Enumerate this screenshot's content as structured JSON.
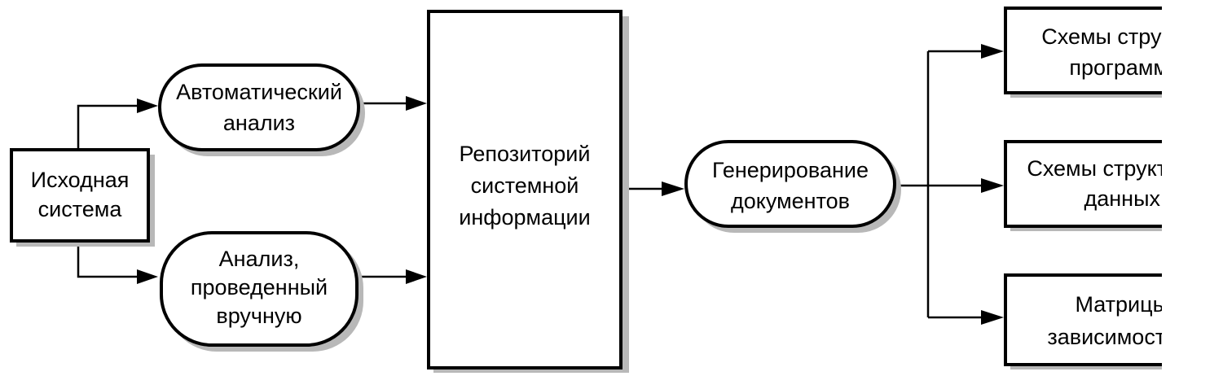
{
  "nodes": {
    "source_system": {
      "lines": [
        "Исходная",
        "система"
      ]
    },
    "auto_analysis": {
      "lines": [
        "Автоматический",
        "анализ"
      ]
    },
    "manual_analysis": {
      "lines": [
        "Анализ,",
        "проведенный",
        "вручную"
      ]
    },
    "repository": {
      "lines": [
        "Репозиторий",
        "системной",
        "информации"
      ]
    },
    "doc_generation": {
      "lines": [
        "Генерирование",
        "документов"
      ]
    },
    "program_schemes": {
      "lines": [
        "Схемы структ",
        "программ"
      ]
    },
    "data_schemes": {
      "lines": [
        "Схемы структуры",
        "данных"
      ]
    },
    "dependency_matrices": {
      "lines": [
        "Матрицы",
        "зависимостей"
      ]
    }
  },
  "colors": {
    "line": "#000000",
    "fill": "#ffffff",
    "shadow": "#b8b8b8"
  }
}
